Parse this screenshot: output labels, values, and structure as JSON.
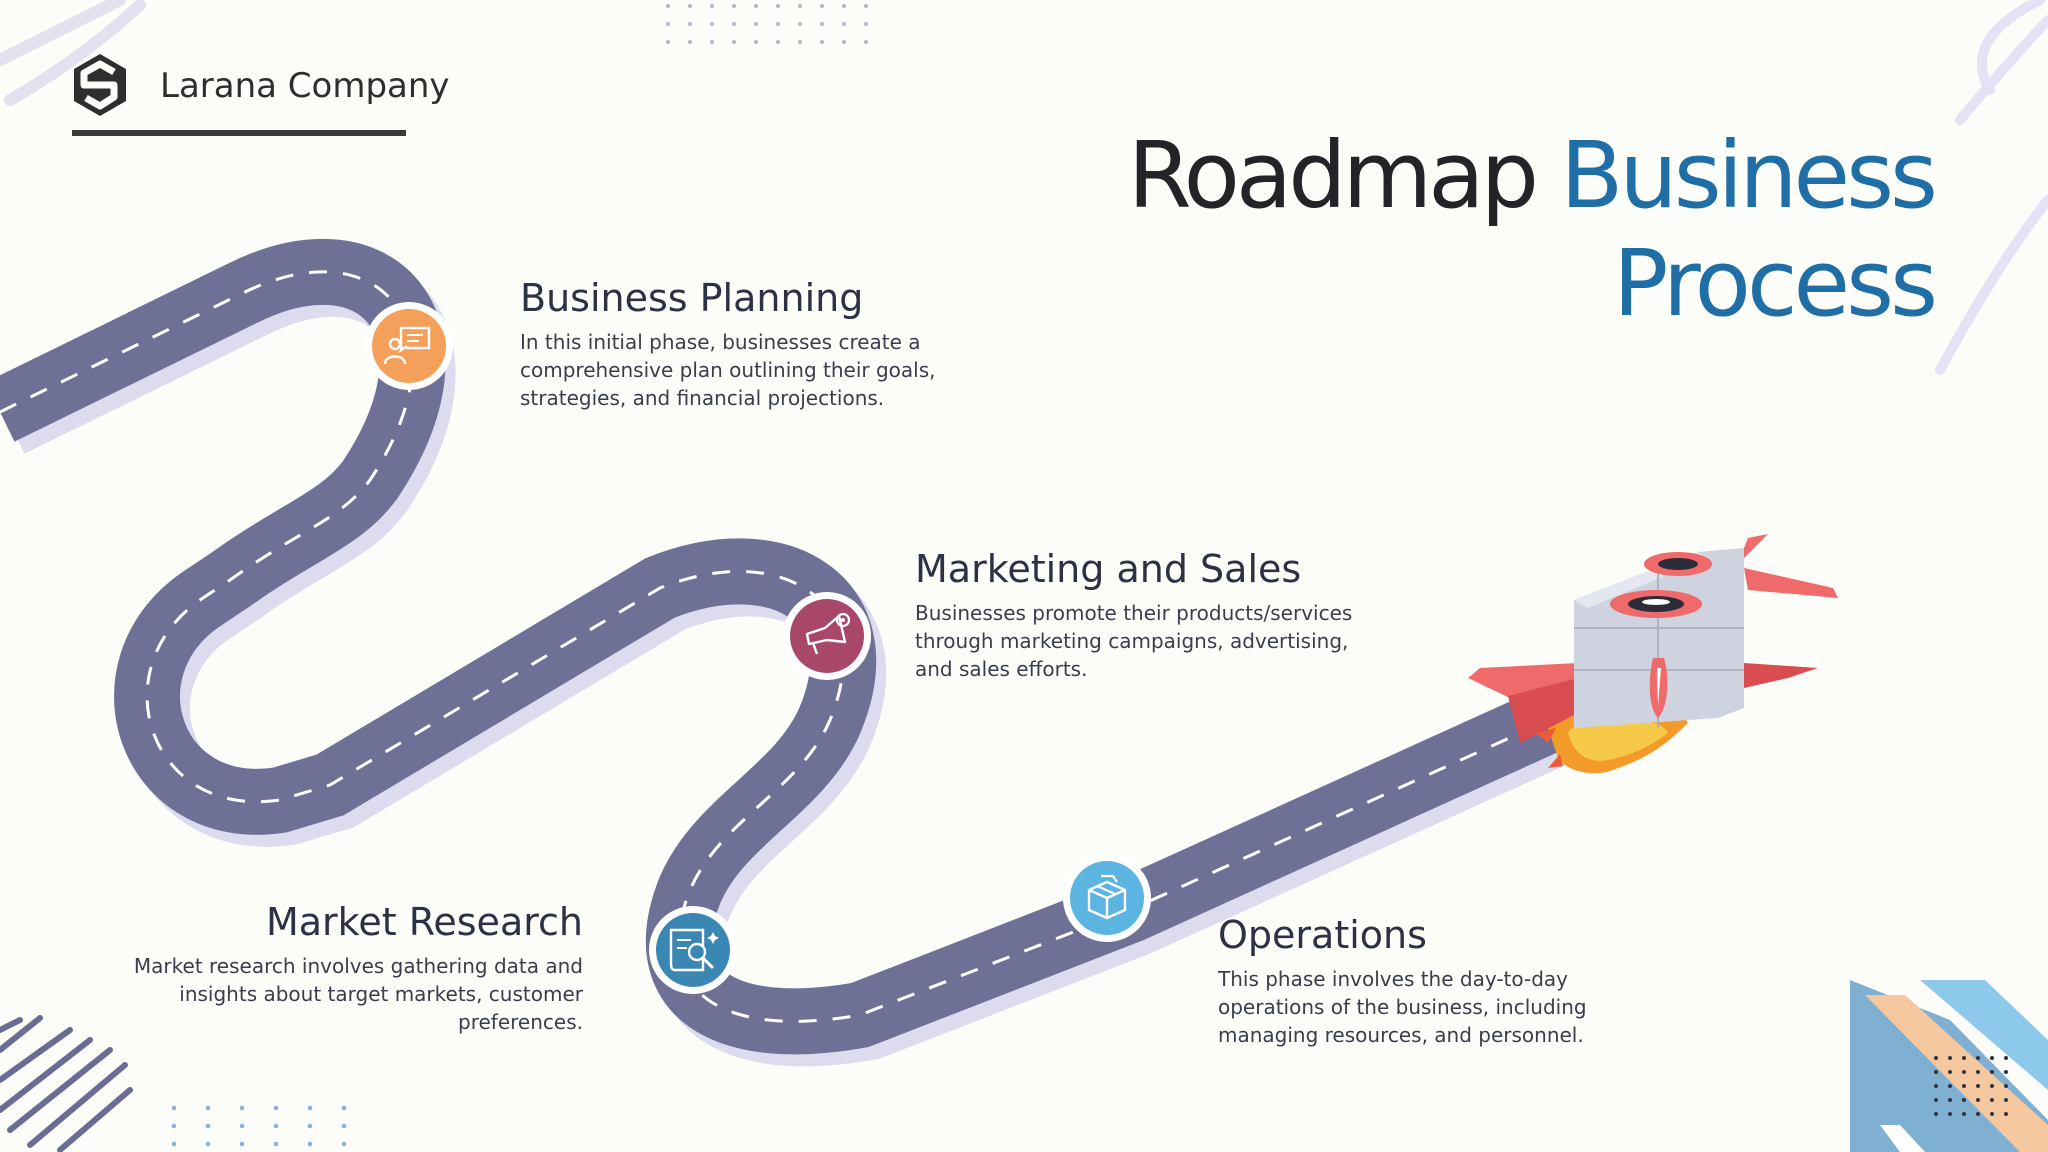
{
  "brand": {
    "name": "Larana Company",
    "logo_icon": "hexagon-s-logo-icon"
  },
  "title": {
    "line1_dark": "Roadmap",
    "line1_accent": "Business",
    "line2_accent": "Process"
  },
  "colors": {
    "title_dark": "#222428",
    "title_accent": "#1f6fa6",
    "road": "#6e7195",
    "road_shadow": "#dcdcef"
  },
  "steps": [
    {
      "title": "Business Planning",
      "description": "In this initial phase, businesses create a comprehensive plan outlining their goals, strategies, and financial projections.",
      "icon": "presentation-icon",
      "color": "#f5a05a"
    },
    {
      "title": "Marketing and Sales",
      "description": "Businesses promote their products/services through marketing campaigns, advertising, and sales efforts.",
      "icon": "megaphone-gear-icon",
      "color": "#a8476a"
    },
    {
      "title": "Market Research",
      "description": "Market research involves gathering data and insights about target markets, customer preferences.",
      "icon": "research-document-icon",
      "color": "#3b87b4"
    },
    {
      "title": "Operations",
      "description": "This phase involves the day-to-day operations of the business, including managing resources, and personnel.",
      "icon": "package-box-icon",
      "color": "#5bb5e0"
    }
  ]
}
